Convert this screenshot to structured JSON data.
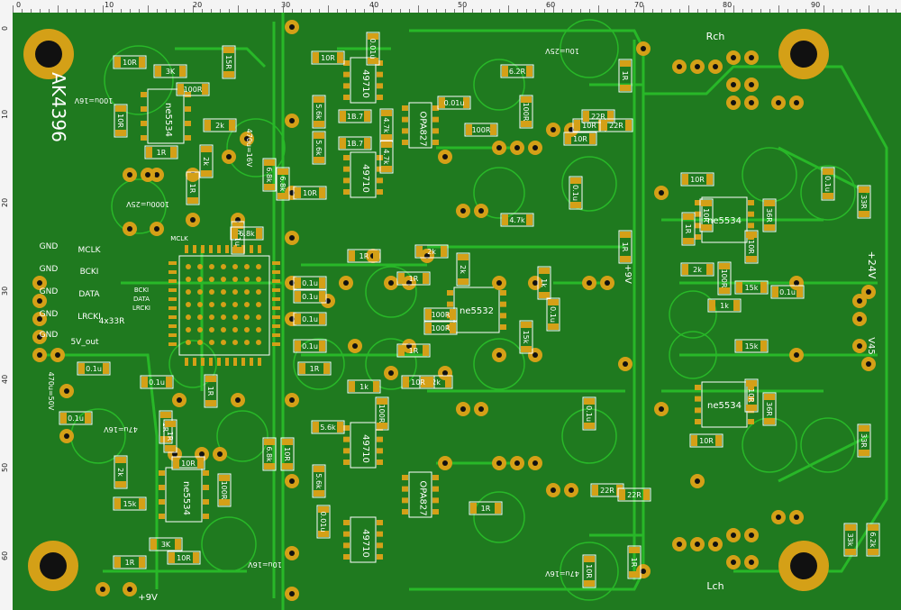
{
  "ruler": {
    "unit": "MM",
    "top_marks": [
      "0",
      "10",
      "20",
      "30",
      "40",
      "50",
      "60",
      "70",
      "80",
      "90"
    ],
    "left_marks": [
      "0",
      "10",
      "20",
      "30",
      "40",
      "50",
      "60"
    ]
  },
  "board": {
    "colors": {
      "substrate": "#1f7a1f",
      "copper": "#28b828",
      "pad": "#d4a017",
      "silk": "#ffffff",
      "hole": "#111111"
    },
    "title_text": "AK4396",
    "channel_labels": {
      "right": "Rch",
      "left": "Lch"
    },
    "power_labels": {
      "p24": "+24V",
      "p9_top": "+9V",
      "p9_bottom": "+9V",
      "vrail": "V45"
    },
    "digital_labels": [
      "GND",
      "MCLK",
      "GND",
      "BCKI",
      "GND",
      "DATA",
      "GND",
      "LRCKI",
      "GND",
      "5V_out"
    ],
    "mcu_labels": [
      "MCLK",
      "BCKI",
      "DATA",
      "LRCKI"
    ],
    "ic_labels": {
      "tl": "ne5534",
      "bl": "ne5534",
      "center": "ne5532",
      "rt": "ne5534",
      "rb": "ne5534",
      "opa_top": "OPA827",
      "opa_bottom": "OPA827",
      "op_a": "49710",
      "op_b": "49710",
      "op_c": "49710",
      "op_d": "49710"
    },
    "resistor_net": "4x33R",
    "cap_texts": [
      "100u=16V",
      "470u=16V",
      "1000u=25V",
      "470u=50V",
      "47u=16V",
      "10u=16V",
      "10u=25V",
      "47u=16V"
    ],
    "components": [
      "10R",
      "3K",
      "100R",
      "15R",
      "10R",
      "2k",
      "1R",
      "2k",
      "1R",
      "6.8k",
      "6.8k",
      "10R",
      "5.6k",
      "5.6k",
      "1B.7",
      "1B.7",
      "4.7k",
      "4.7k",
      "10R",
      "0.01u",
      "0.01u",
      "100R",
      "6.2R",
      "100R",
      "10R",
      "10R",
      "22R",
      "22R",
      "1R",
      "0.1u",
      "0.1u",
      "0.1u",
      "0.1u",
      "1R",
      "2k",
      "2k",
      "100R",
      "100R",
      "2k",
      "1R",
      "1R",
      "10R",
      "1k",
      "15k",
      "4.7k",
      "1R",
      "0.1u",
      "10R",
      "10R",
      "1R",
      "0.1u",
      "33R",
      "33R",
      "15k",
      "15k",
      "0.1u",
      "2k",
      "100R",
      "10R",
      "1k",
      "36R",
      "36R",
      "10R",
      "10R",
      "22R",
      "22R",
      "1R",
      "10R",
      "0.1u",
      "6.2k",
      "33k",
      "0.1u",
      "0.1u",
      "0.1u",
      "1R",
      "10R",
      "2k",
      "15k",
      "1R",
      "100R",
      "3K",
      "10R",
      "0.1u",
      "6.8k",
      "6.8k",
      "10R",
      "5.6k",
      "5.6k",
      "0.01u",
      "100R",
      "1R",
      "1k",
      "0.1u",
      "1R",
      "1R",
      "1R"
    ]
  }
}
